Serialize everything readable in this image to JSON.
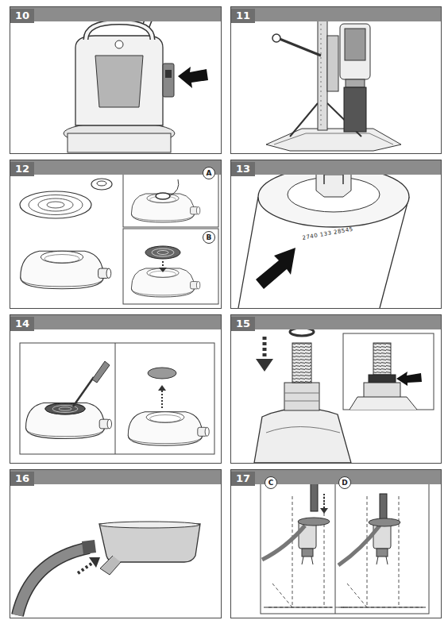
{
  "diagram": {
    "nodes": [
      {
        "text": [
          "10"
        ]
      },
      {
        "text": [
          "11"
        ]
      },
      {
        "text": [
          "12"
        ]
      },
      {
        "text": [
          "13"
        ]
      },
      {
        "text": [
          "14"
        ]
      },
      {
        "text": [
          "15"
        ]
      },
      {
        "text": [
          "16"
        ]
      },
      {
        "text": [
          "17"
        ]
      }
    ],
    "labels": [
      "A",
      "B",
      "2740 133 28545",
      "C",
      "D"
    ]
  }
}
